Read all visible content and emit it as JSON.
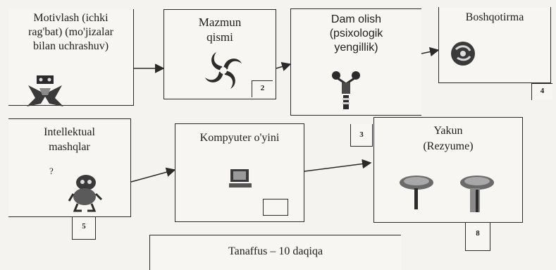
{
  "steps": [
    {
      "title": "Motivlash (ichki\nrag'bat) (mo'jizalar\nbilan uchrashuv)",
      "icon": "robot-figure-icon"
    },
    {
      "title": "Mazmun\nqismi",
      "number": "2",
      "icon": "spiral-icon"
    },
    {
      "title": "Dam olish\n(psixologik\nyengillik)",
      "number": "3",
      "icon": "dancing-figure-icon"
    },
    {
      "title": "Boshqotirma",
      "number": "4",
      "icon": "puzzle-ball-icon"
    },
    {
      "title": "Intellektual\nmashqlar",
      "number": "5",
      "icon": "thinking-character-icon"
    },
    {
      "title": "Kompyuter o'yini",
      "number": "",
      "icon": "computer-icon"
    },
    {
      "title": "Yakun\n(Rezyume)",
      "number": "8",
      "icon": "mushroom-trees-icon"
    }
  ],
  "question_mark": "?",
  "break_label": "Tanaffus – 10 daqiqa",
  "colors": {
    "line": "#2a2a2a",
    "background": "#f4f3ef"
  }
}
